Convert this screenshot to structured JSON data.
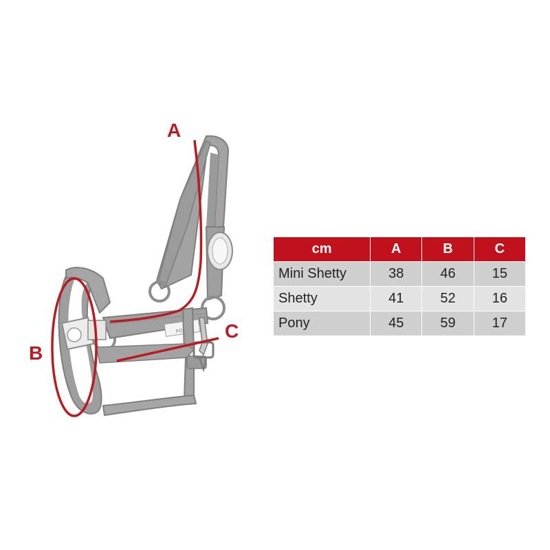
{
  "diagram": {
    "labels": {
      "a": "A",
      "b": "B",
      "c": "C"
    },
    "plate_text": "PONY",
    "colors": {
      "strap": "#9e9e9e",
      "strap_edge": "#7e7e7e",
      "measure": "#b81c22"
    }
  },
  "size_table": {
    "headers": [
      "cm",
      "A",
      "B",
      "C"
    ],
    "rows": [
      {
        "name": "Mini Shetty",
        "a": "38",
        "b": "46",
        "c": "15"
      },
      {
        "name": "Shetty",
        "a": "41",
        "b": "52",
        "c": "16"
      },
      {
        "name": "Pony",
        "a": "45",
        "b": "59",
        "c": "17"
      }
    ],
    "colors": {
      "header_bg": "#c0111c",
      "row_dark": "#cfcfcf",
      "row_light": "#e3e3e3"
    }
  }
}
